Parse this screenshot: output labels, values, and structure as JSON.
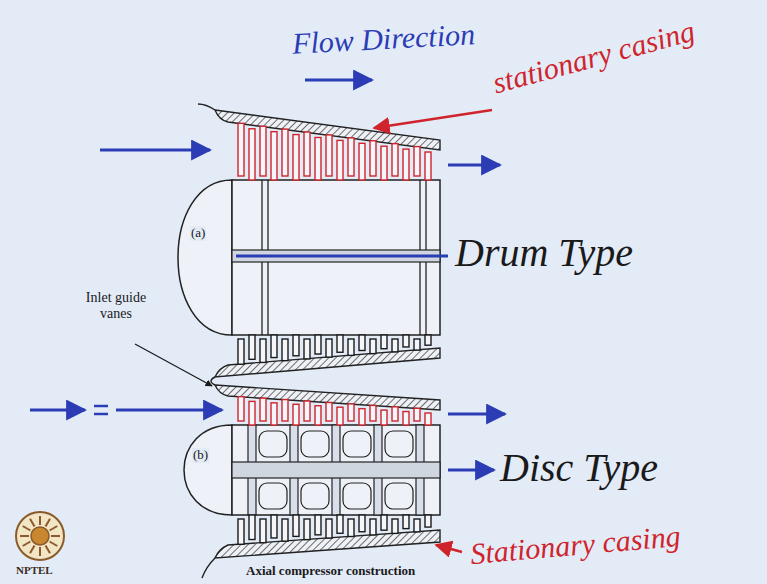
{
  "diagram": {
    "caption": "Axial compressor construction",
    "labels": [
      "Flow Direction",
      "stationary casing",
      "(a)",
      "Drum Type",
      "Inlet guide vanes",
      "(b)",
      "Disc Type",
      "Stationary casing",
      "NPTEL"
    ]
  }
}
